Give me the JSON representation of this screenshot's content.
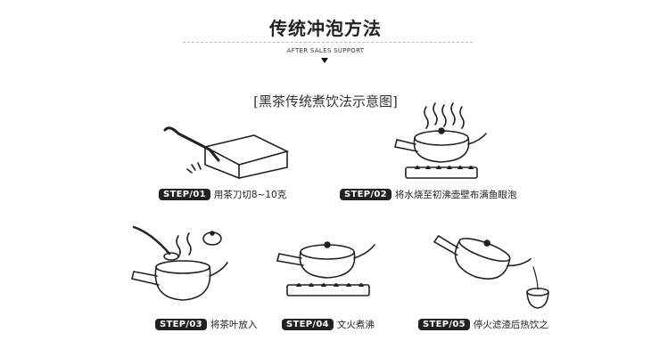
{
  "header": {
    "title": "传统冲泡方法",
    "subtitle_en": "AFTER SALES SUPPORT"
  },
  "section_title": "[黑茶传统煮饮法示意图]",
  "steps": [
    {
      "badge": "STEP/01",
      "text": "用茶刀切8~10克"
    },
    {
      "badge": "STEP/02",
      "text": "将水烧至初沸壶壁布满鱼眼泡"
    },
    {
      "badge": "STEP/03",
      "text": "将茶叶放入"
    },
    {
      "badge": "STEP/04",
      "text": "文火煮沸"
    },
    {
      "badge": "STEP/05",
      "text": "停火滤渣后热饮之"
    }
  ]
}
